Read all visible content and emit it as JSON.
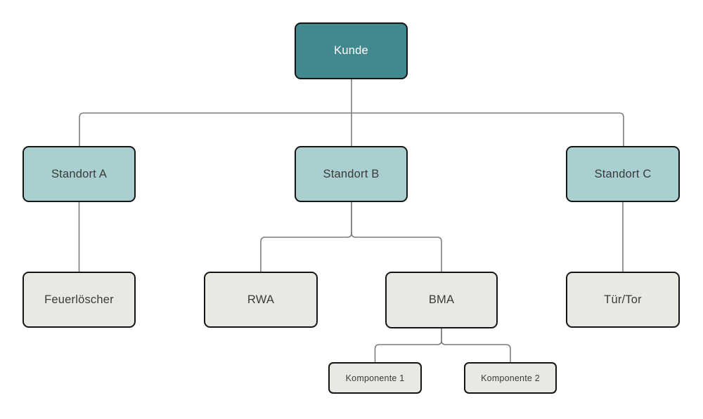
{
  "diagram": {
    "type": "tree",
    "nodes": {
      "kunde": {
        "label": "Kunde",
        "level": "root"
      },
      "standort_a": {
        "label": "Standort A",
        "level": "site"
      },
      "standort_b": {
        "label": "Standort B",
        "level": "site"
      },
      "standort_c": {
        "label": "Standort C",
        "level": "site"
      },
      "feuerloescher": {
        "label": "Feuerlöscher",
        "level": "system"
      },
      "rwa": {
        "label": "RWA",
        "level": "system"
      },
      "bma": {
        "label": "BMA",
        "level": "system"
      },
      "tuer_tor": {
        "label": "Tür/Tor",
        "level": "system"
      },
      "komponente_1": {
        "label": "Komponente 1",
        "level": "component"
      },
      "komponente_2": {
        "label": "Komponente 2",
        "level": "component"
      }
    },
    "edges": [
      {
        "from": "kunde",
        "to": "standort_a"
      },
      {
        "from": "kunde",
        "to": "standort_b"
      },
      {
        "from": "kunde",
        "to": "standort_c"
      },
      {
        "from": "standort_a",
        "to": "feuerloescher"
      },
      {
        "from": "standort_b",
        "to": "rwa"
      },
      {
        "from": "standort_b",
        "to": "bma"
      },
      {
        "from": "standort_c",
        "to": "tuer_tor"
      },
      {
        "from": "bma",
        "to": "komponente_1"
      },
      {
        "from": "bma",
        "to": "komponente_2"
      }
    ],
    "colors": {
      "root_fill": "#41898f",
      "site_fill": "#a9cfd0",
      "leaf_fill": "#eae8e2",
      "node_border": "#151515",
      "connector": "#7f7f7f",
      "root_text": "#ffffff",
      "node_text": "#3a3a3a",
      "background": "#ffffff"
    }
  }
}
